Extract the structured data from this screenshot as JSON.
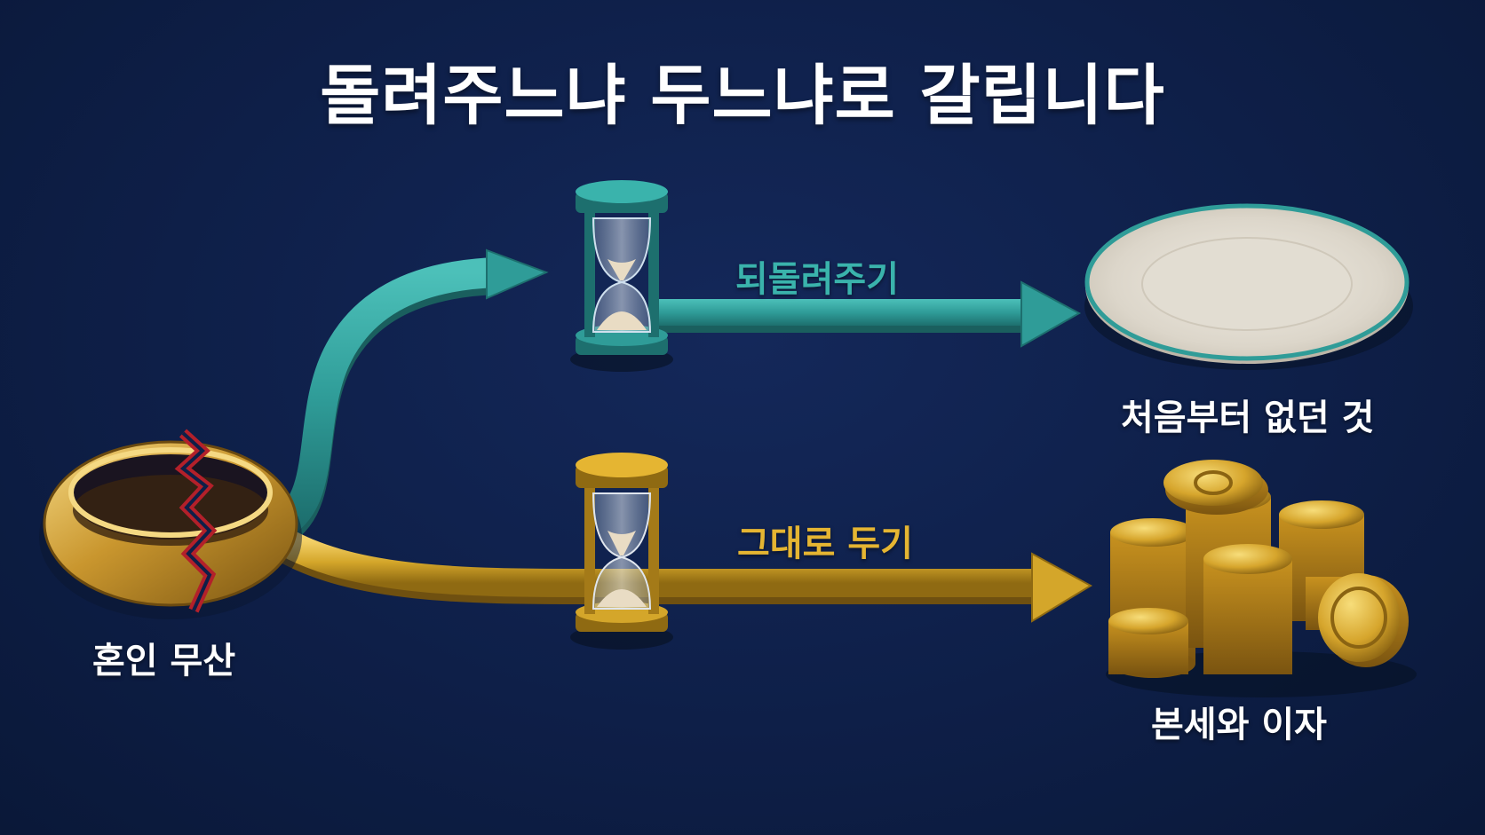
{
  "title": "돌려주느냐 두느냐로 갈립니다",
  "nodes": {
    "source": "혼인 무산",
    "teal_result": "처음부터 없던 것",
    "gold_result": "본세와 이자"
  },
  "paths": {
    "teal_label": "되돌려주기",
    "gold_label": "그대로 두기"
  },
  "colors": {
    "background": "#0e1f48",
    "teal": "#2f9c98",
    "gold": "#d4a62a",
    "crack": "#b3202a"
  },
  "icons": {
    "source": "broken-gold-ring-icon",
    "teal_timer": "teal-hourglass-icon",
    "gold_timer": "gold-hourglass-icon",
    "teal_result": "empty-plate-icon",
    "gold_result": "gold-coin-pile-icon"
  }
}
